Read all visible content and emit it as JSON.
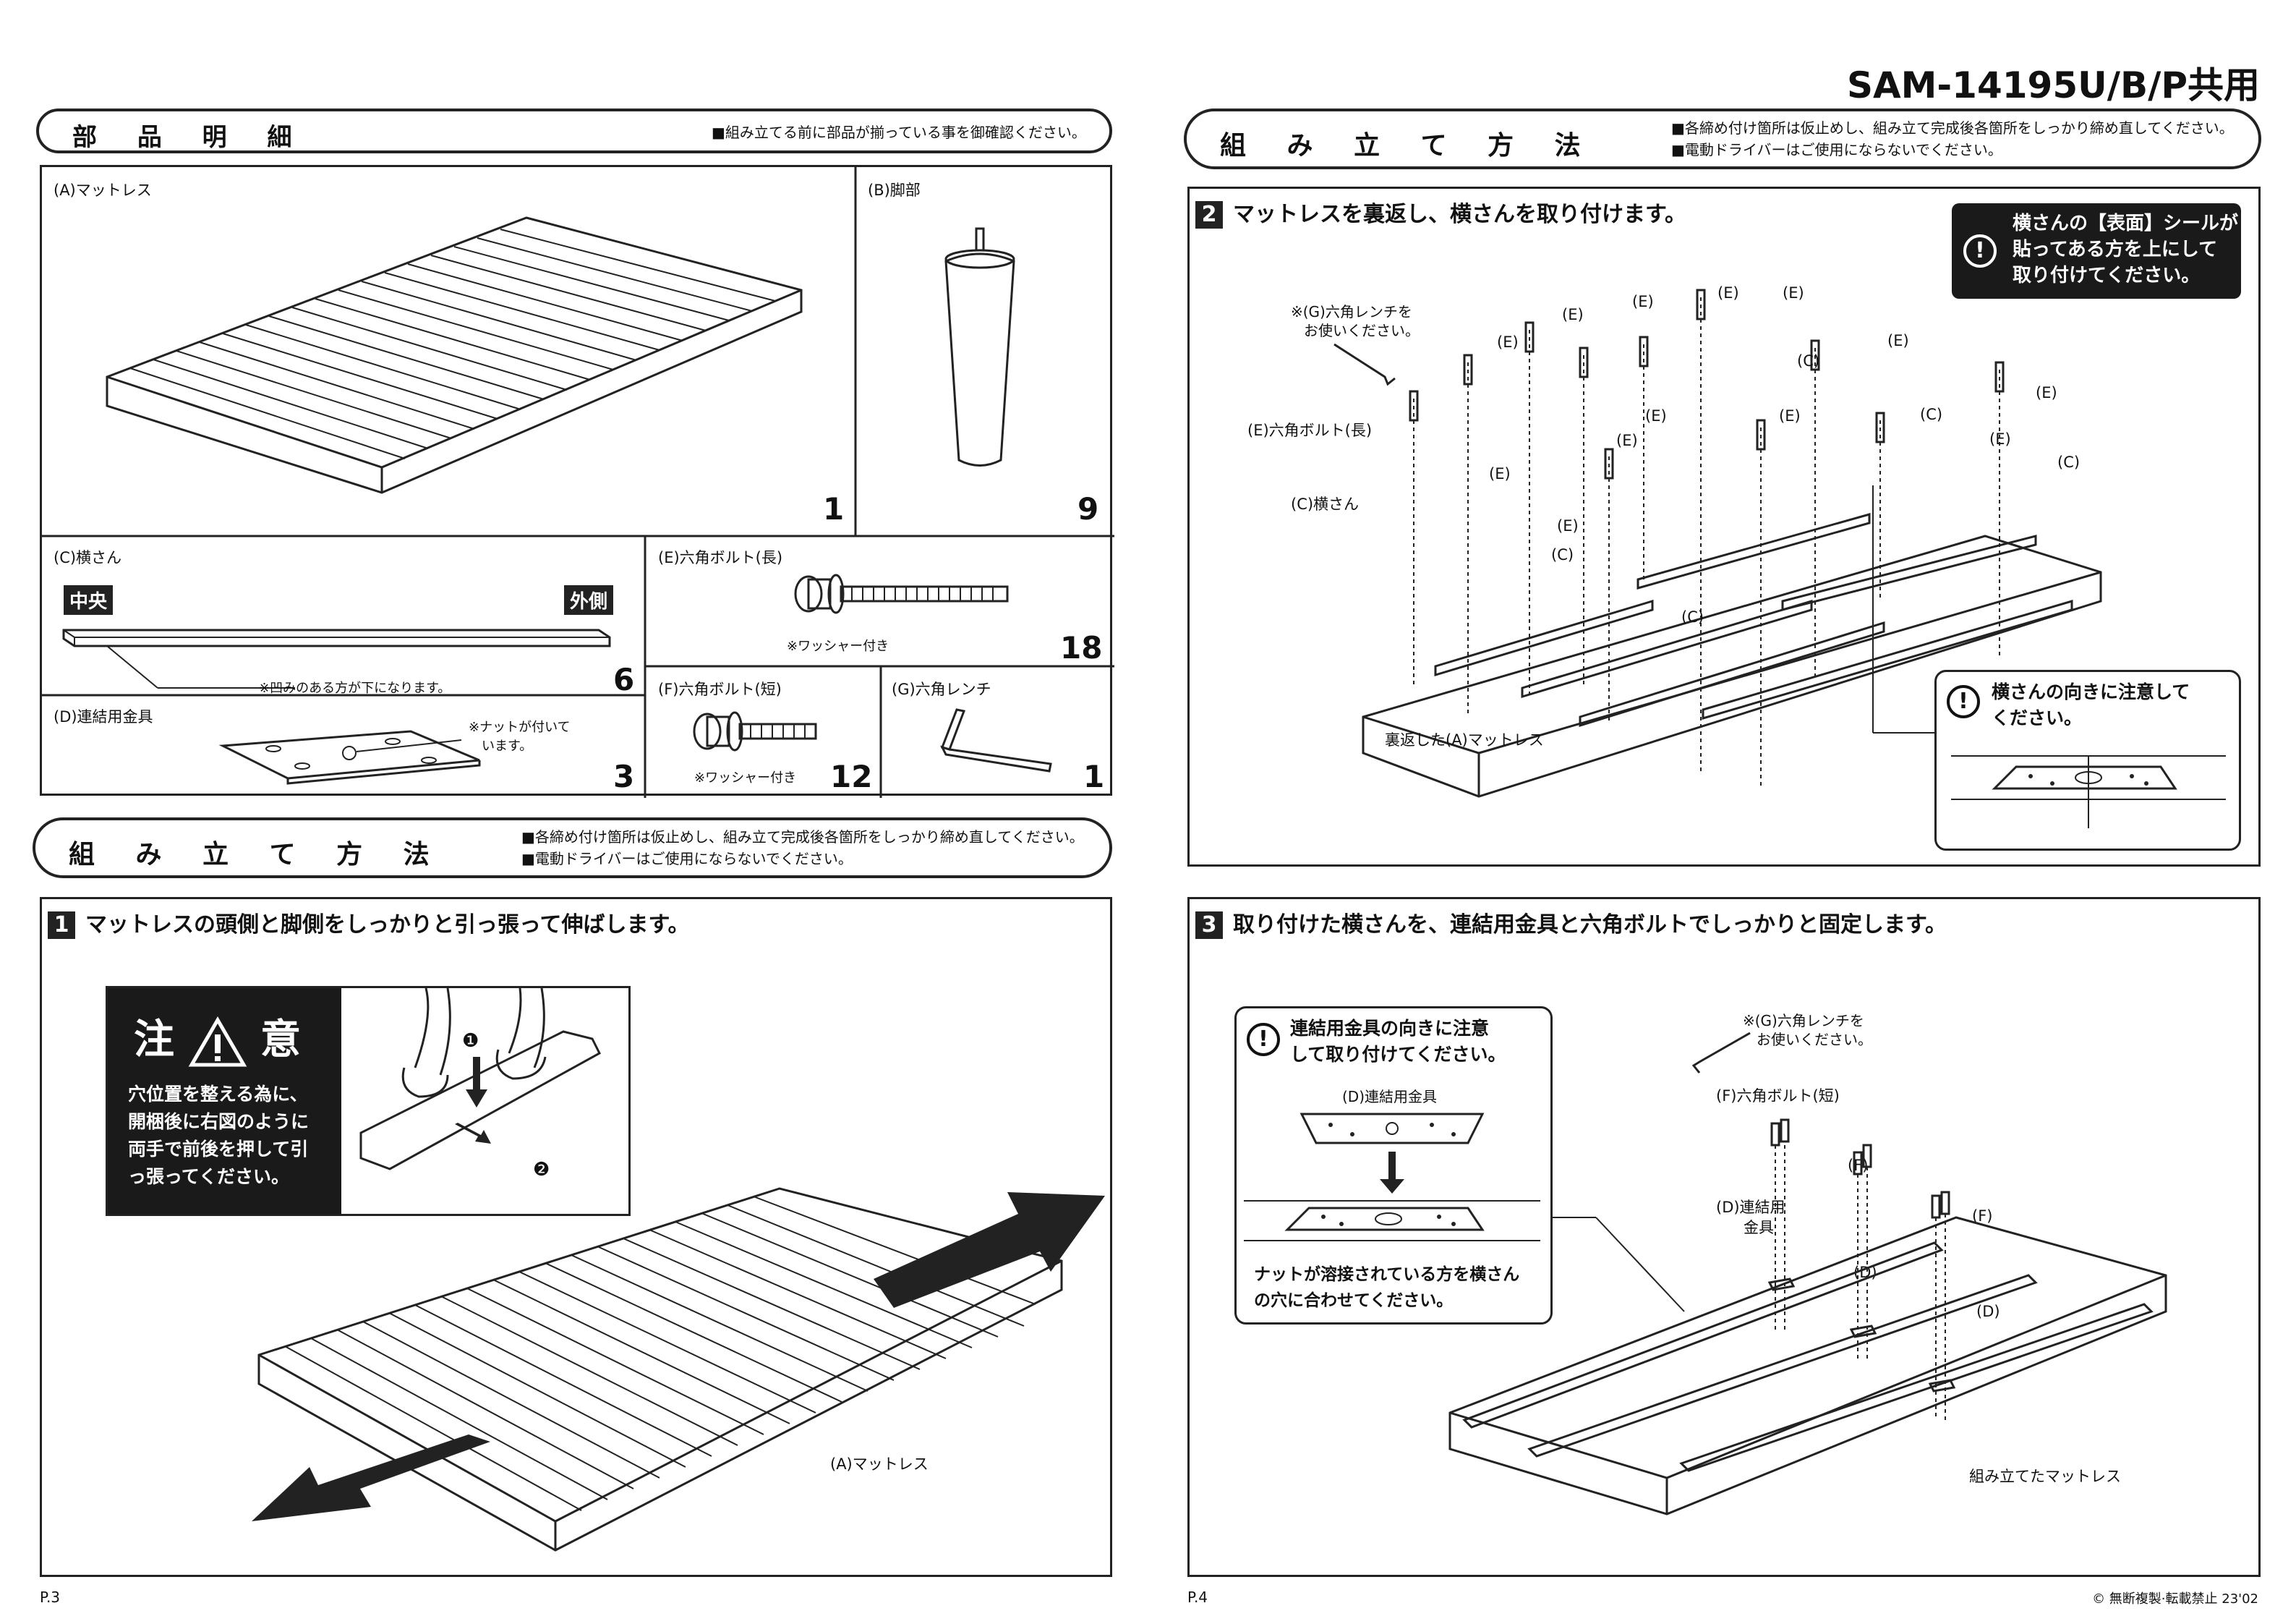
{
  "header": {
    "model": "SAM-14195U/B/P共用"
  },
  "parts_section": {
    "title": "部 品 明 細",
    "note": "■組み立てる前に部品が揃っている事を御確認ください。",
    "parts": {
      "a": {
        "label": "(A)マットレス",
        "qty": "1"
      },
      "b": {
        "label": "(B)脚部",
        "qty": "9"
      },
      "c": {
        "label": "(C)横さん",
        "qty": "6",
        "center_tag": "中央",
        "outer_tag": "外側",
        "note": "※凹みのある方が下になります。"
      },
      "e": {
        "label": "(E)六角ボルト(長)",
        "qty": "18",
        "note": "※ワッシャー付き"
      },
      "d": {
        "label": "(D)連結用金具",
        "qty": "3",
        "note1": "※ナットが付いて",
        "note2": "います。"
      },
      "f": {
        "label": "(F)六角ボルト(短)",
        "qty": "12",
        "note": "※ワッシャー付き"
      },
      "g": {
        "label": "(G)六角レンチ",
        "qty": "1"
      }
    }
  },
  "assembly_left": {
    "title": "組 み 立 て 方 法",
    "note1": "■各締め付け箇所は仮止めし、組み立て完成後各箇所をしっかり締め直してください。",
    "note2": "■電動ドライバーはご使用にならないでください。"
  },
  "step1": {
    "number": "1",
    "title": "マットレスの頭側と脚側をしっかりと引っ張って伸ばします。",
    "caution_title_left": "注",
    "caution_title_right": "意",
    "caution_text": [
      "穴位置を整える為に、",
      "開梱後に右図のように",
      "両手で前後を押して引",
      "っ張ってください。"
    ],
    "marker1": "❶",
    "marker2": "❷",
    "mattress_label": "(A)マットレス"
  },
  "assembly_right": {
    "title": "組 み 立 て 方 法",
    "note1": "■各締め付け箇所は仮止めし、組み立て完成後各箇所をしっかり締め直してください。",
    "note2": "■電動ドライバーはご使用にならないでください。"
  },
  "step2": {
    "number": "2",
    "title": "マットレスを裏返し、横さんを取り付けます。",
    "dark_note": [
      "横さんの【表面】シールが",
      "貼ってある方を上にして",
      "取り付けてください。"
    ],
    "wrench_note": [
      "※(G)六角レンチを",
      "お使いください。"
    ],
    "bolt_label": "(E)六角ボルト(長)",
    "rail_label": "(C)横さん",
    "e_tag": "(E)",
    "c_tag": "(C)",
    "mattress_label": "裏返した(A)マットレス",
    "direction_note": [
      "横さんの向きに注意して",
      "ください。"
    ]
  },
  "step3": {
    "number": "3",
    "title": "取り付けた横さんを、連結用金具と六角ボルトでしっかりと固定します。",
    "callout_title": [
      "連結用金具の向きに注意",
      "して取り付けてください。"
    ],
    "callout_part_label": "(D)連結用金具",
    "callout_bottom": [
      "ナットが溶接されている方を横さん",
      "の穴に合わせてください。"
    ],
    "wrench_note": [
      "※(G)六角レンチを",
      "お使いください。"
    ],
    "bolt_label": "(F)六角ボルト(短)",
    "bracket_label": [
      "(D)連結用",
      "金具"
    ],
    "f_tag": "(F)",
    "d_tag": "(D)",
    "finished_label": "組み立てたマットレス"
  },
  "footer": {
    "page_left": "P.3",
    "page_right": "P.4",
    "copyright": "© 無断複製·転載禁止  23'02"
  }
}
